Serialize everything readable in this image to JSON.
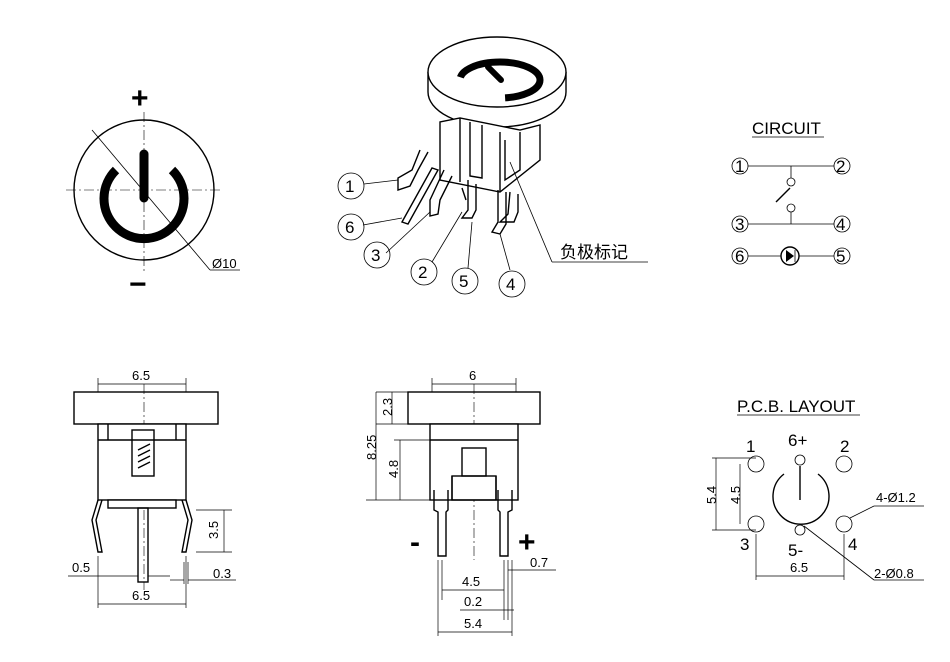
{
  "top_view": {
    "diameter_label": "Ø10",
    "plus": "+",
    "minus": "−"
  },
  "iso_view": {
    "pin_labels": [
      "1",
      "6",
      "3",
      "2",
      "5",
      "4"
    ],
    "cathode_note": "负极标记"
  },
  "circuit": {
    "title": "CIRCUIT",
    "pins": {
      "p1": "1",
      "p2": "2",
      "p3": "3",
      "p4": "4",
      "p6": "6",
      "p5": "5"
    }
  },
  "front_view": {
    "dims": {
      "cap_width": "6.5",
      "leg_len": "3.5",
      "pin_w": "0.5",
      "pin_t": "0.3",
      "span": "6.5"
    }
  },
  "side_view": {
    "dims": {
      "cap_width": "6",
      "cap_h": "2.3",
      "total_h": "8.25",
      "body_h": "4.8",
      "gap": "4.5",
      "lead": "0.2",
      "span": "5.4",
      "lead_w": "0.7"
    },
    "minus": "-",
    "plus": "+"
  },
  "pcb": {
    "title": "P.C.B. LAYOUT",
    "labels": {
      "p1": "1",
      "p6": "6+",
      "p2": "2",
      "p3": "3",
      "p5": "5-",
      "p4": "4"
    },
    "dims": {
      "h_outer": "5.4",
      "h_inner": "4.5",
      "w": "6.5",
      "big_holes": "4-Ø1.2",
      "small_holes": "2-Ø0.8"
    }
  }
}
